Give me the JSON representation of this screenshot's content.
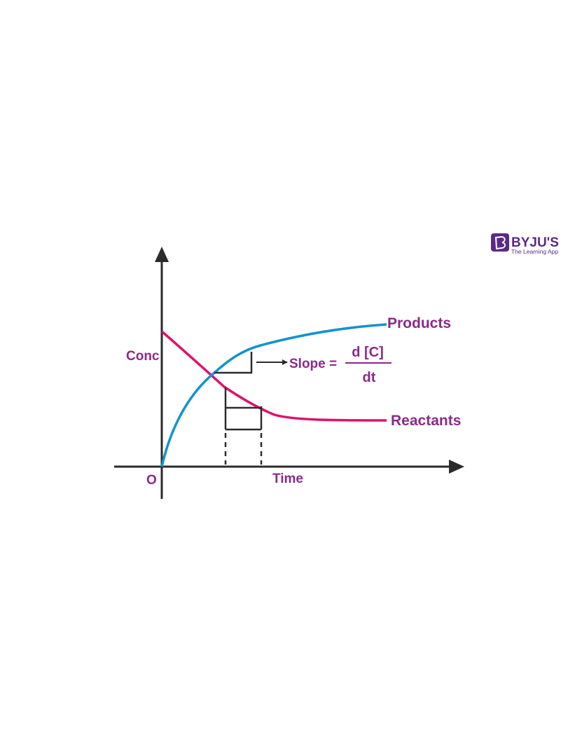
{
  "brand": {
    "name": "BYJU'S",
    "tagline": "The Learning App"
  },
  "chart_data": {
    "type": "line",
    "axes": {
      "ylabel": "Conc",
      "xlabel": "Time",
      "origin_label": "O"
    },
    "series": [
      {
        "name": "Products",
        "trend": "increasing from zero toward a plateau",
        "color": "#1193cf"
      },
      {
        "name": "Reactants",
        "trend": "decreasing from a high initial value toward a plateau",
        "color": "#e0106b"
      }
    ],
    "annotations": {
      "slope_prefix": "Slope =",
      "slope_numerator": "d [C]",
      "slope_denominator": "dt"
    }
  },
  "colors": {
    "axis": "#2b2b2b",
    "label": "#8b2a8b",
    "brand": "#5b2a86"
  }
}
